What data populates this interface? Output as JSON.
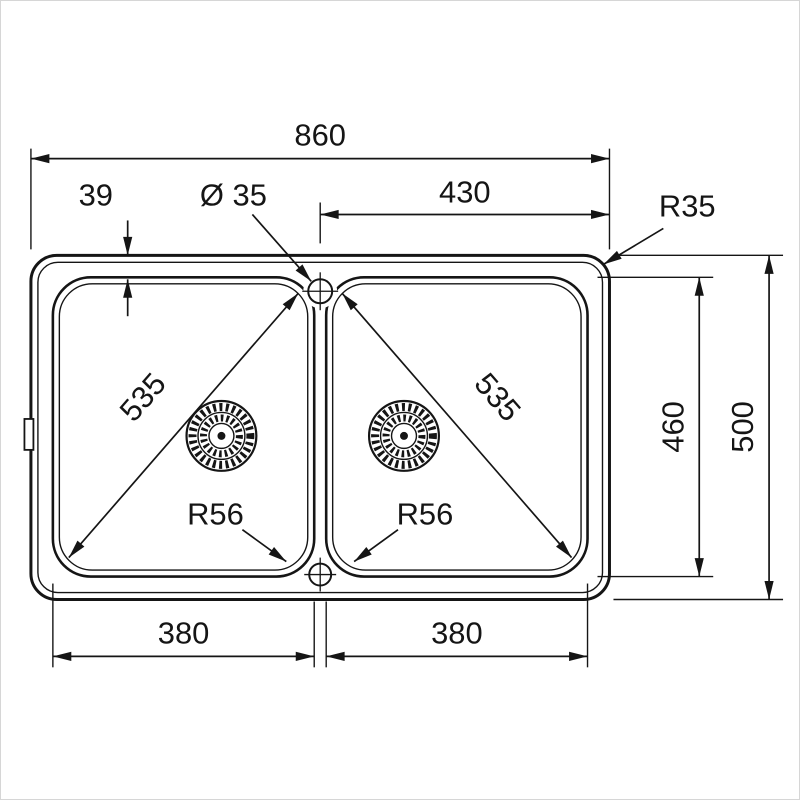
{
  "drawing": {
    "background": "#ffffff",
    "line_color": "#151515",
    "frame_border": "#d6d6d6",
    "labels": {
      "overall_width": "860",
      "half_width_right": "430",
      "rim_offset_left": "39",
      "tap_hole_diameter": "Ø 35",
      "outer_corner_radius": "R35",
      "diagonal_left_bowl": "535",
      "diagonal_right_bowl": "535",
      "bowl_radius_left": "R56",
      "bowl_radius_right": "R56",
      "inner_height": "460",
      "overall_height": "500",
      "bowl_width_left": "380",
      "bowl_width_right": "380"
    }
  }
}
